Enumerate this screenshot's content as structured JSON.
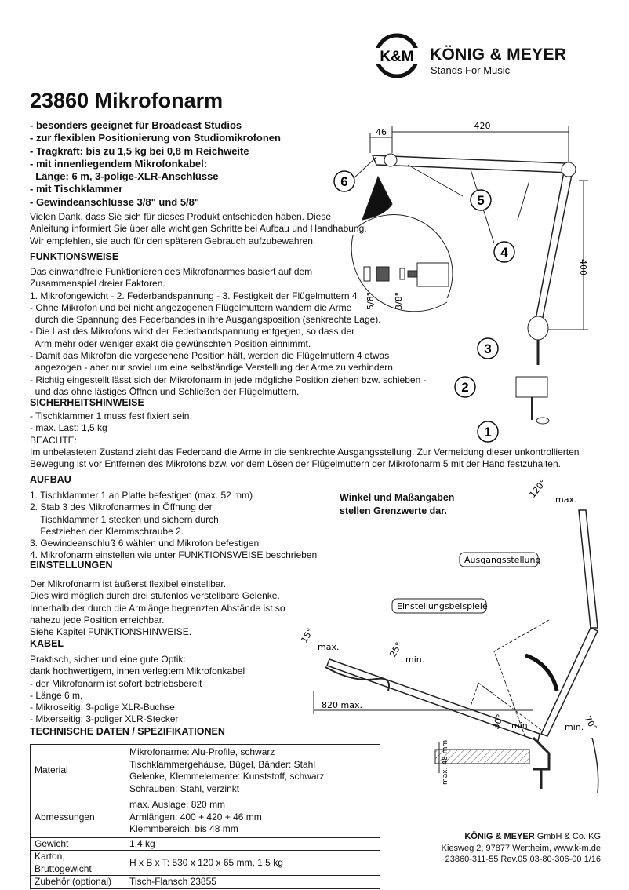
{
  "brand": {
    "logo_text": "K&M",
    "name": "KÖNIG & MEYER",
    "tagline": "Stands For Music"
  },
  "title": "23860 Mikrofonarm",
  "features": [
    "- besonders geeignet für Broadcast Studios",
    "- zur flexiblen Positionierung von Studiomikrofonen",
    "- Tragkraft: bis zu 1,5 kg bei 0,8 m Reichweite",
    "- mit innenliegendem Mikrofonkabel:",
    "  Länge: 6 m, 3-polige-XLR-Anschlüsse",
    "- mit Tischklammer",
    "- Gewindeanschlüsse 3/8\" und 5/8\""
  ],
  "intro": [
    "Vielen Dank, dass Sie sich für dieses Produkt entschieden haben. Diese",
    "Anleitung informiert Sie über alle wichtigen Schritte bei Aufbau und Handhabung.",
    "Wir empfehlen, sie auch für den späteren Gebrauch aufzubewahren."
  ],
  "funktion": {
    "heading": "FUNKTIONSWEISE",
    "lines": [
      "Das einwandfreie Funktionieren des Mikrofonarmes basiert auf dem",
      "Zusammenspiel dreier Faktoren.",
      "1. Mikrofongewicht - 2. Federbandspannung - 3. Festigkeit der Flügelmuttern 4",
      "- Ohne Mikrofon und bei nicht angezogenen Flügelmuttern wandern die Arme",
      "  durch die Spannung des Federbandes in ihre Ausgangsposition (senkrechte Lage).",
      "- Die Last des Mikrofons wirkt der Federbandspannung entgegen, so dass der",
      "  Arm mehr oder weniger exakt die gewünschten Position einnimmt.",
      "- Damit das Mikrofon die vorgesehene Position hält, werden die Flügelmuttern 4 etwas",
      "  angezogen - aber nur soviel um eine selbständige Verstellung der Arme zu verhindern.",
      "- Richtig eingestellt lässt sich der Mikrofonarm in jede mögliche Position ziehen bzw. schieben -",
      "  und das ohne lästiges Öffnen und Schließen der Flügelmuttern."
    ]
  },
  "sicherheit": {
    "heading": "SICHERHEITSHINWEISE",
    "lines": [
      "- Tischklammer 1 muss fest fixiert sein",
      "- max. Last: 1,5 kg",
      "BEACHTE:",
      "Im unbelasteten Zustand zieht das Federband die Arme in die senkrechte Ausgangsstellung. Zur Vermeidung dieser unkontrollierten",
      "Bewegung ist vor Entfernen des Mikrofons bzw. vor dem Lösen der Flügelmuttern der Mikrofonarm 5 mit der Hand festzuhalten."
    ]
  },
  "aufbau": {
    "heading": "AUFBAU",
    "lines": [
      "1. Tischklammer 1 an Platte befestigen (max. 52 mm)",
      "2. Stab 3 des Mikrofonarmes in Öffnung der",
      "    Tischklammer 1 stecken und sichern durch",
      "    Festziehen der Klemmschraube 2.",
      "3. Gewindeanschluß 6 wählen und Mikrofon befestigen",
      "4. Mikrofonarm einstellen wie unter FUNKTIONSWEISE beschrieben"
    ]
  },
  "einstellungen": {
    "heading": "EINSTELLUNGEN",
    "lines": [
      "Der Mikrofonarm ist äußerst flexibel einstellbar.",
      "Dies wird möglich durch drei stufenlos verstellbare Gelenke.",
      "Innerhalb der durch die Armlänge begrenzten Abstände ist so",
      "nahezu jede Position erreichbar.",
      "Siehe Kapitel FUNKTIONSHINWEISE."
    ]
  },
  "kabel": {
    "heading": "KABEL",
    "lines": [
      "Praktisch, sicher und eine gute Optik:",
      "dank hochwertigem, innen verlegtem Mikrofonkabel",
      "- der Mikrofonarm ist sofort betriebsbereit",
      "- Länge 6 m,",
      "- Mikroseitig: 3-polige XLR-Buchse",
      "- Mixerseitig: 3-poliger XLR-Stecker"
    ]
  },
  "specs": {
    "heading": "TECHNISCHE DATEN / SPEZIFIKATIONEN",
    "rows": [
      {
        "label": "Material",
        "values": [
          "Mikrofonarme: Alu-Profile, schwarz",
          "Tischklammergehäuse, Bügel, Bänder: Stahl",
          "Gelenke, Klemmelemente: Kunststoff, schwarz",
          "Schrauben: Stahl, verzinkt"
        ]
      },
      {
        "label": "Abmessungen",
        "values": [
          "max. Auslage: 820 mm",
          "Armlängen: 400 + 420 + 46 mm",
          "Klemmbereich: bis 48 mm"
        ]
      },
      {
        "label": "Gewicht",
        "values": [
          "1,4 kg"
        ]
      },
      {
        "label": "Karton, Bruttogewicht",
        "values": [
          "H x B x T: 530 x 120 x 65 mm, 1,5 kg"
        ]
      },
      {
        "label": "Zubehör (optional)",
        "values": [
          "Tisch-Flansch 23855"
        ]
      }
    ]
  },
  "diagram1": {
    "dims": [
      "46",
      "420",
      "400",
      "5/8\"",
      "3/8\""
    ],
    "parts": [
      "6",
      "5",
      "4",
      "3",
      "2",
      "1"
    ]
  },
  "diagram2": {
    "note": [
      "Winkel und Maßangaben",
      "stellen Grenzwerte dar."
    ],
    "labels": {
      "start": "Ausgangsstellung",
      "examples": "Einstellungsbeispiele",
      "a120": "120°",
      "max1": "max.",
      "a15": "15°",
      "max2": "max.",
      "a25": "25°",
      "min1": "min.",
      "reach": "820 max.",
      "a30": "30°",
      "min2": "min.",
      "a70": "70°",
      "min3": "min.",
      "clamp": "max. 48 mm"
    }
  },
  "footer": {
    "company_bold": "KÖNIG & MEYER",
    "company_rest": " GmbH & Co. KG",
    "address": "Kiesweg 2, 97877 Wertheim, www.k-m.de",
    "code": "23860-311-55  Rev.05  03-80-306-00  1/16"
  }
}
